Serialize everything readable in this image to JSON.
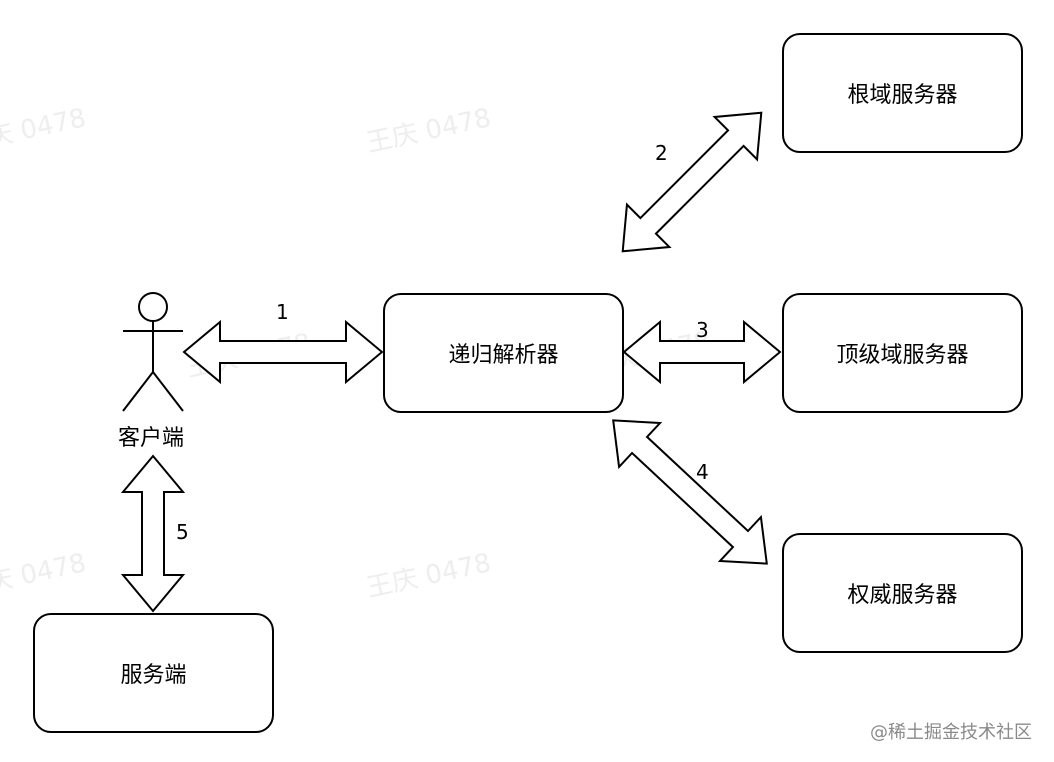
{
  "nodes": {
    "client": "客户端",
    "recursive_resolver": "递归解析器",
    "root_server": "根域服务器",
    "tld_server": "顶级域服务器",
    "authoritative_server": "权威服务器",
    "server": "服务端"
  },
  "edges": [
    {
      "label": "1",
      "from": "client",
      "to": "recursive_resolver"
    },
    {
      "label": "2",
      "from": "recursive_resolver",
      "to": "root_server"
    },
    {
      "label": "3",
      "from": "recursive_resolver",
      "to": "tld_server"
    },
    {
      "label": "4",
      "from": "recursive_resolver",
      "to": "authoritative_server"
    },
    {
      "label": "5",
      "from": "client",
      "to": "server"
    }
  ],
  "watermark": "王庆 0478",
  "footer": "@稀土掘金技术社区"
}
